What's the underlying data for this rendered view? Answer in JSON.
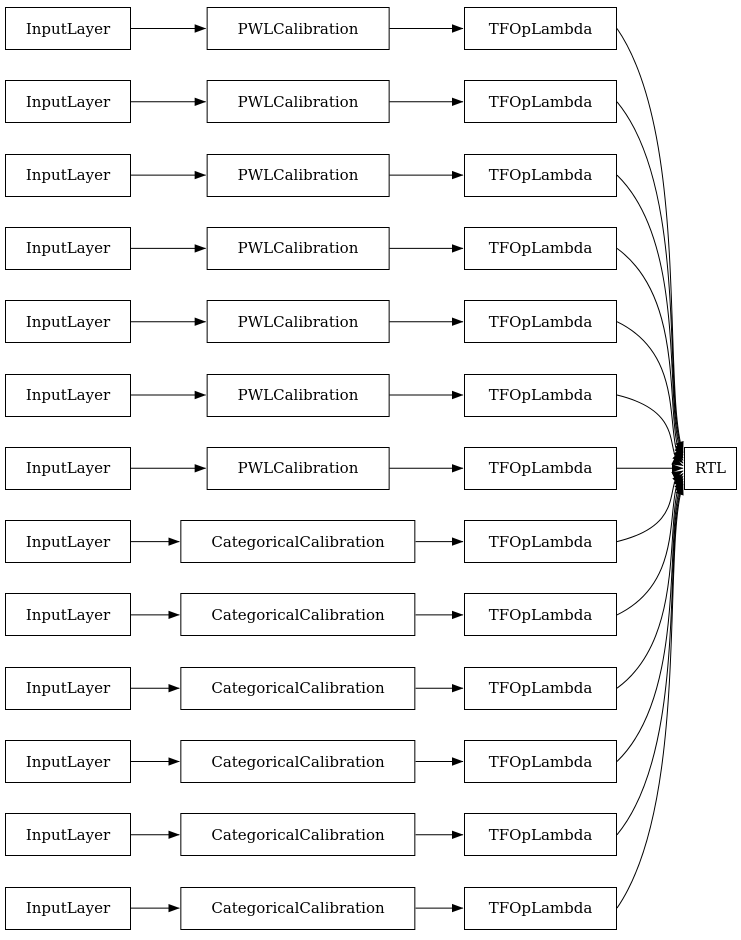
{
  "diagram": {
    "sink_label": "RTL",
    "rows": [
      {
        "input": "InputLayer",
        "calibration": "PWLCalibration",
        "op": "TFOpLambda"
      },
      {
        "input": "InputLayer",
        "calibration": "PWLCalibration",
        "op": "TFOpLambda"
      },
      {
        "input": "InputLayer",
        "calibration": "PWLCalibration",
        "op": "TFOpLambda"
      },
      {
        "input": "InputLayer",
        "calibration": "PWLCalibration",
        "op": "TFOpLambda"
      },
      {
        "input": "InputLayer",
        "calibration": "PWLCalibration",
        "op": "TFOpLambda"
      },
      {
        "input": "InputLayer",
        "calibration": "PWLCalibration",
        "op": "TFOpLambda"
      },
      {
        "input": "InputLayer",
        "calibration": "PWLCalibration",
        "op": "TFOpLambda"
      },
      {
        "input": "InputLayer",
        "calibration": "CategoricalCalibration",
        "op": "TFOpLambda"
      },
      {
        "input": "InputLayer",
        "calibration": "CategoricalCalibration",
        "op": "TFOpLambda"
      },
      {
        "input": "InputLayer",
        "calibration": "CategoricalCalibration",
        "op": "TFOpLambda"
      },
      {
        "input": "InputLayer",
        "calibration": "CategoricalCalibration",
        "op": "TFOpLambda"
      },
      {
        "input": "InputLayer",
        "calibration": "CategoricalCalibration",
        "op": "TFOpLambda"
      },
      {
        "input": "InputLayer",
        "calibration": "CategoricalCalibration",
        "op": "TFOpLambda"
      }
    ]
  }
}
